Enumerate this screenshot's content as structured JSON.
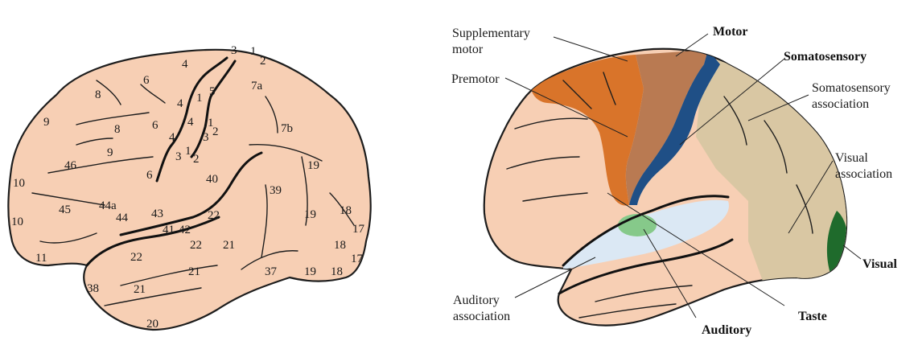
{
  "left_diagram": {
    "area_numbers": [
      {
        "id": "a3top",
        "text": "3"
      },
      {
        "id": "a1top",
        "text": "1"
      },
      {
        "id": "a2top",
        "text": "2"
      },
      {
        "id": "a4a",
        "text": "4"
      },
      {
        "id": "a6a",
        "text": "6"
      },
      {
        "id": "a8a",
        "text": "8"
      },
      {
        "id": "a7a",
        "text": "7a"
      },
      {
        "id": "a5",
        "text": "5"
      },
      {
        "id": "a1b",
        "text": "1"
      },
      {
        "id": "a4b",
        "text": "4"
      },
      {
        "id": "a9a",
        "text": "9"
      },
      {
        "id": "a8b",
        "text": "8"
      },
      {
        "id": "a6b",
        "text": "6"
      },
      {
        "id": "a4c",
        "text": "4"
      },
      {
        "id": "a1c",
        "text": "1"
      },
      {
        "id": "a2b",
        "text": "2"
      },
      {
        "id": "a4d",
        "text": "4"
      },
      {
        "id": "a3b",
        "text": "3"
      },
      {
        "id": "a7b",
        "text": "7b"
      },
      {
        "id": "a9b",
        "text": "9"
      },
      {
        "id": "a3c",
        "text": "3"
      },
      {
        "id": "a1d",
        "text": "1"
      },
      {
        "id": "a2c",
        "text": "2"
      },
      {
        "id": "a46",
        "text": "46"
      },
      {
        "id": "a6c",
        "text": "6"
      },
      {
        "id": "a19a",
        "text": "19"
      },
      {
        "id": "a10a",
        "text": "10"
      },
      {
        "id": "a40",
        "text": "40"
      },
      {
        "id": "a39",
        "text": "39"
      },
      {
        "id": "a45",
        "text": "45"
      },
      {
        "id": "a44a",
        "text": "44a"
      },
      {
        "id": "a44",
        "text": "44"
      },
      {
        "id": "a43",
        "text": "43"
      },
      {
        "id": "a22a",
        "text": "22"
      },
      {
        "id": "a19b",
        "text": "19"
      },
      {
        "id": "a18a",
        "text": "18"
      },
      {
        "id": "a10b",
        "text": "10"
      },
      {
        "id": "a17a",
        "text": "17"
      },
      {
        "id": "a41",
        "text": "41"
      },
      {
        "id": "a42",
        "text": "42"
      },
      {
        "id": "a22b",
        "text": "22"
      },
      {
        "id": "a21a",
        "text": "21"
      },
      {
        "id": "a18b",
        "text": "18"
      },
      {
        "id": "a11",
        "text": "11"
      },
      {
        "id": "a22c",
        "text": "22"
      },
      {
        "id": "a17b",
        "text": "17"
      },
      {
        "id": "a21b",
        "text": "21"
      },
      {
        "id": "a37",
        "text": "37"
      },
      {
        "id": "a19c",
        "text": "19"
      },
      {
        "id": "a18c",
        "text": "18"
      },
      {
        "id": "a38",
        "text": "38"
      },
      {
        "id": "a21c",
        "text": "21"
      },
      {
        "id": "a20",
        "text": "20"
      }
    ]
  },
  "right_diagram": {
    "labels": {
      "supplementary_motor_line1": "Supplementary",
      "supplementary_motor_line2": "motor",
      "motor": "Motor",
      "somatosensory": "Somatosensory",
      "premotor": "Premotor",
      "somatosensory_assoc_line1": "Somatosensory",
      "somatosensory_assoc_line2": "association",
      "visual_assoc_line1": "Visual",
      "visual_assoc_line2": "association",
      "visual": "Visual",
      "auditory_assoc_line1": "Auditory",
      "auditory_assoc_line2": "association",
      "taste": "Taste",
      "auditory": "Auditory"
    },
    "region_colors": {
      "premotor": "#d9742a",
      "motor": "#b97a52",
      "somatosensory": "#1f4f86",
      "somatosensory_association": "#d9c7a3",
      "visual_association": "#d9c7a3",
      "visual": "#1f6b2c",
      "auditory_association": "#dbe8f4",
      "auditory": "#86c98a",
      "cortex": "#f7cfb4"
    }
  }
}
